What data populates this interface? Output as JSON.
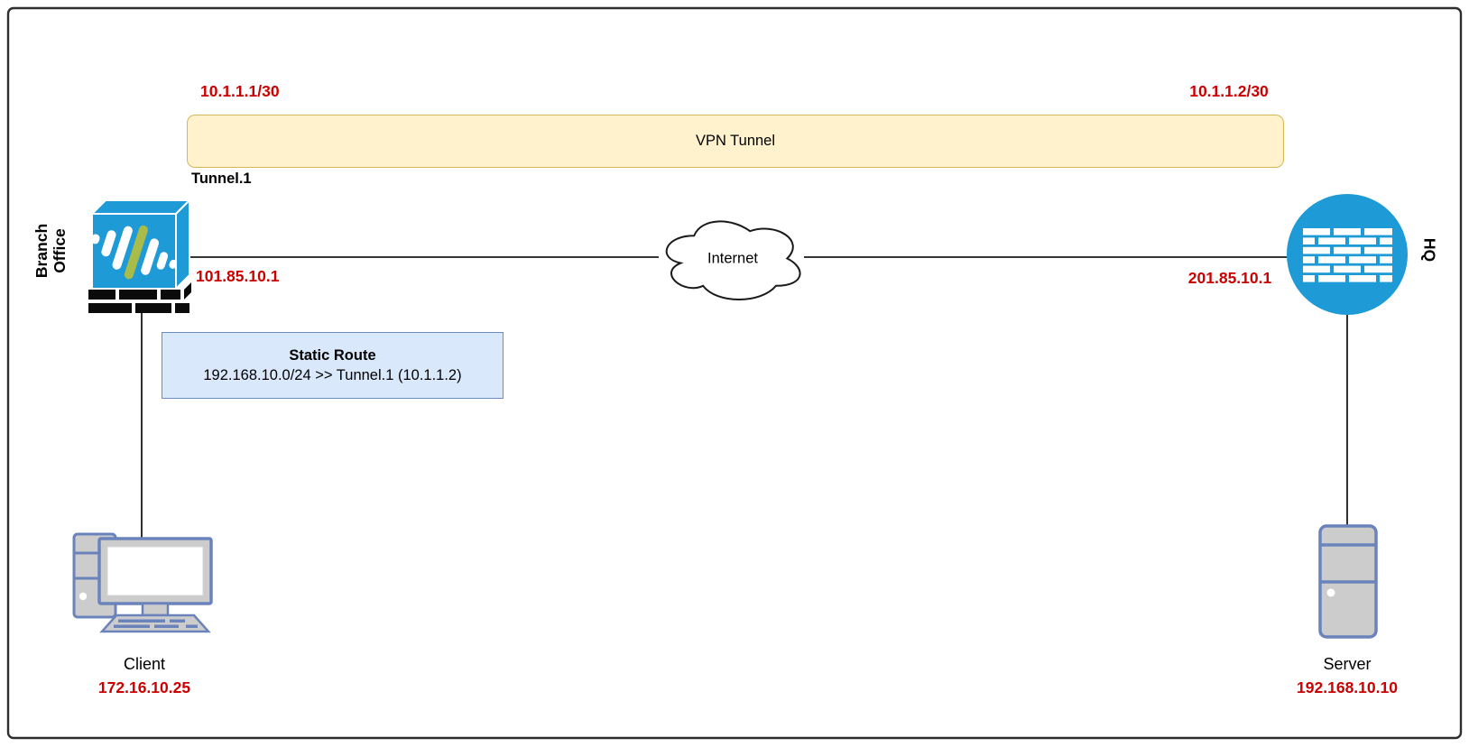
{
  "colors": {
    "red_label": "#cc0000",
    "firewall_blue": "#1e9ad6",
    "logo_olive": "#a9bc4a",
    "vpn_box_fill": "#fff2cc",
    "vpn_box_border": "#d6b656",
    "route_box_fill": "#dae8fc",
    "route_box_border": "#6c8ebf",
    "device_fill": "#cccccc",
    "device_border": "#6b83bb",
    "line": "#1a1a1a",
    "canvas_border": "#2e2e2e"
  },
  "vpn_tunnel": {
    "label": "VPN Tunnel",
    "left_ip": "10.1.1.1/30",
    "right_ip": "10.1.1.2/30",
    "interface": "Tunnel.1"
  },
  "branch_office": {
    "name_line1": "Branch",
    "name_line2": "Office",
    "public_ip": "101.85.10.1",
    "icon": "paloalto-firewall-icon"
  },
  "internet": {
    "label": "Internet",
    "icon": "cloud-icon"
  },
  "hq": {
    "name": "HQ",
    "public_ip": "201.85.10.1",
    "icon": "firewall-brick-circle-icon"
  },
  "static_route": {
    "title": "Static Route",
    "rule": "192.168.10.0/24 >> Tunnel.1 (10.1.1.2)"
  },
  "client": {
    "name": "Client",
    "ip": "172.16.10.25",
    "icon": "desktop-computer-icon"
  },
  "server": {
    "name": "Server",
    "ip": "192.168.10.10",
    "icon": "server-tower-icon"
  }
}
